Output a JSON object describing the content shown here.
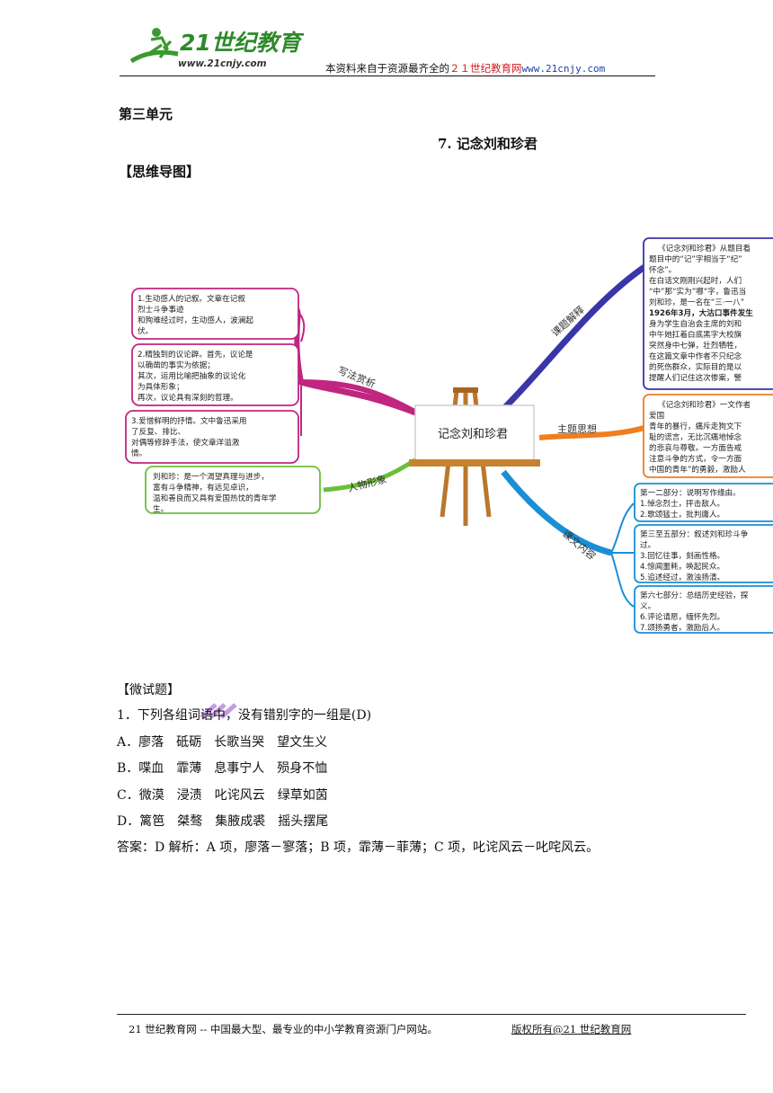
{
  "header": {
    "logo_text": "21世纪教育",
    "logo_url": "www.21cnjy.com",
    "prefix": "本资料来自于资源最齐全的",
    "site_name": "２１世纪教育网",
    "site_url": "www.21cnjy.com"
  },
  "unit": "第三单元",
  "lesson": "7.  记念刘和珍君",
  "section_mindmap": "【思维导图】",
  "mindmap": {
    "center": "记念刘和珍君",
    "branches": {
      "writing": "写法赏析",
      "title": "课题解释",
      "theme": "主题思想",
      "character": "人物形象",
      "content": "课文内容"
    },
    "writing_boxes": [
      [
        "1.生动感人的记叙。文章在记叙",
        "烈士斗争事迹",
        "和殉难经过时，生动感人，波澜起",
        "伏。"
      ],
      [
        "2.精独到的议论辟。首先，议论是",
        "以确凿的事实为依据；",
        "其次，运用比喻把抽象的议论化",
        "为具体形象；",
        "再次，议论具有深刻的哲理。"
      ],
      [
        "3.爱憎鲜明的抒情。文中鲁迅采用",
        "了反复、排比、",
        "对偶等修辞手法，使文章洋溢激",
        "情。"
      ]
    ],
    "character_box": [
      "刘和珍：是一个渴望真理与进步，",
      "富有斗争精神，有远见卓识，",
      "温和善良而又具有爱国热忱的青年学",
      "生。"
    ],
    "title_box": [
      "《记念刘和珍君》从题目看",
      "题目中的“记”字相当于“纪”",
      "怀念”。",
      "在白话文刚刚兴起时，人们",
      "“中”那“实为”哪“字，鲁迅当",
      "刘和珍，是一名在“三·一八”",
      "1926年3月，大沽口事件发生",
      "身为学生自治会主席的刘和",
      "中午她扛着白底黑字大校旗",
      "突然身中七弹，壮烈牺牲，",
      "在这篇文章中作者不只纪念",
      "的死伤群众，实际目的是以",
      "提醒人们记住这次惨案，警"
    ],
    "theme_box": [
      "《记念刘和珍君》一文作者",
      "爱国",
      "青年的暴行，痛斥走狗文下",
      "耻的谎言，无比沉痛地悼念",
      "的悲哀与尊敬。一方面告戒",
      "注意斗争的方式，令一方面",
      "中国的青年”的勇毅，激励人"
    ],
    "content_boxes": [
      [
        "第一二部分：说明写作缘由。",
        "1.悼念烈士，抨击敌人。",
        "2.歌颂猛士，批判庸人。"
      ],
      [
        "第三至五部分：叙述刘和珍斗争",
        "过。",
        "3.回忆往事，刻画性格。",
        "4.惊闻噩耗，唤起民众。",
        "5.追述经过，激浊扬清。"
      ],
      [
        "第六七部分：总结历史经验，探",
        "义。",
        "6.评论请愿，缅怀先烈。",
        "7.颂扬勇者，激励后人。"
      ]
    ]
  },
  "section_quiz": "【微试题】",
  "quiz": {
    "question": "1．下列各组词语中，没有错别字的一组是(D)",
    "options": [
      "A．廖落　砥砺　长歌当哭　望文生义",
      "B．喋血　霏薄　息事宁人　殒身不恤",
      "C．微漠　浸渍　叱诧风云　绿草如茵",
      "D．篱笆　桀骜　集腋成裘　摇头摆尾"
    ],
    "answer": "答案：D 解析：A 项，廖落－寥落；B 项，霏薄－菲薄；C 项，叱诧风云－叱咤风云。"
  },
  "footer": {
    "text": "21 世纪教育网 -- 中国最大型、最专业的中小学教育资源门户网站。",
    "link": "版权所有@21 世纪教育网"
  },
  "colors": {
    "writing_branch": "#c0267f",
    "title_branch": "#3a35a8",
    "theme_branch": "#f07d1e",
    "character_branch": "#6bbf3a",
    "content_branch": "#1a8fd6"
  }
}
